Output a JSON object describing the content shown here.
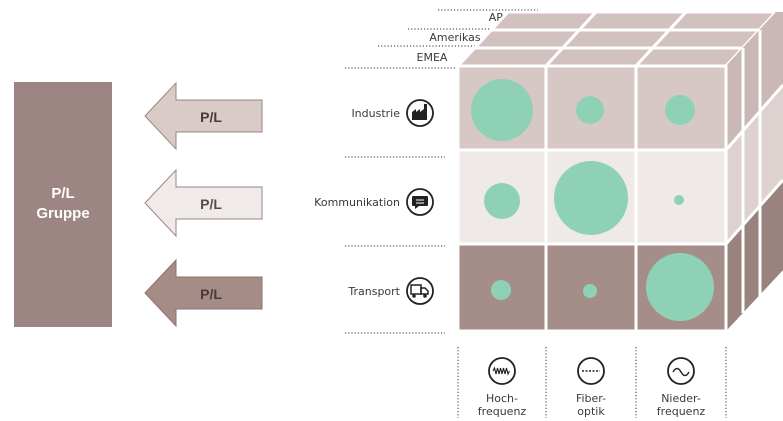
{
  "group_box": {
    "line1": "P/L",
    "line2": "Gruppe",
    "color": "#9c8582"
  },
  "arrows": [
    {
      "label": "P/L",
      "fill": "#d9cbc7"
    },
    {
      "label": "P/L",
      "fill": "#f0ebea"
    },
    {
      "label": "P/L",
      "fill": "#a68c87"
    }
  ],
  "regions": [
    "APAC",
    "Amerikas",
    "EMEA"
  ],
  "segments": [
    {
      "label": "Industrie",
      "icon": "factory-icon"
    },
    {
      "label": "Kommunikation",
      "icon": "chat-bubble-icon"
    },
    {
      "label": "Transport",
      "icon": "truck-icon"
    }
  ],
  "technologies": [
    {
      "line1": "Hoch-",
      "line2": "frequenz",
      "icon": "high-frequency-wave-icon"
    },
    {
      "line1": "Fiber-",
      "line2": "optik",
      "icon": "fiber-dashed-line-icon"
    },
    {
      "line1": "Nieder-",
      "line2": "frequenz",
      "icon": "low-frequency-wave-icon"
    }
  ],
  "bubbles": [
    [
      "large",
      "small",
      "small"
    ],
    [
      "small",
      "large",
      "tiny"
    ],
    [
      "small",
      "tiny",
      "large"
    ]
  ],
  "colors": {
    "row1_face": "#d8c8c5",
    "row2_face": "#efe9e8",
    "row3_face": "#a58e89",
    "bubble": "#8fd1b6",
    "top_face": "#cfbfbc",
    "side_face": "#b8a29e"
  }
}
